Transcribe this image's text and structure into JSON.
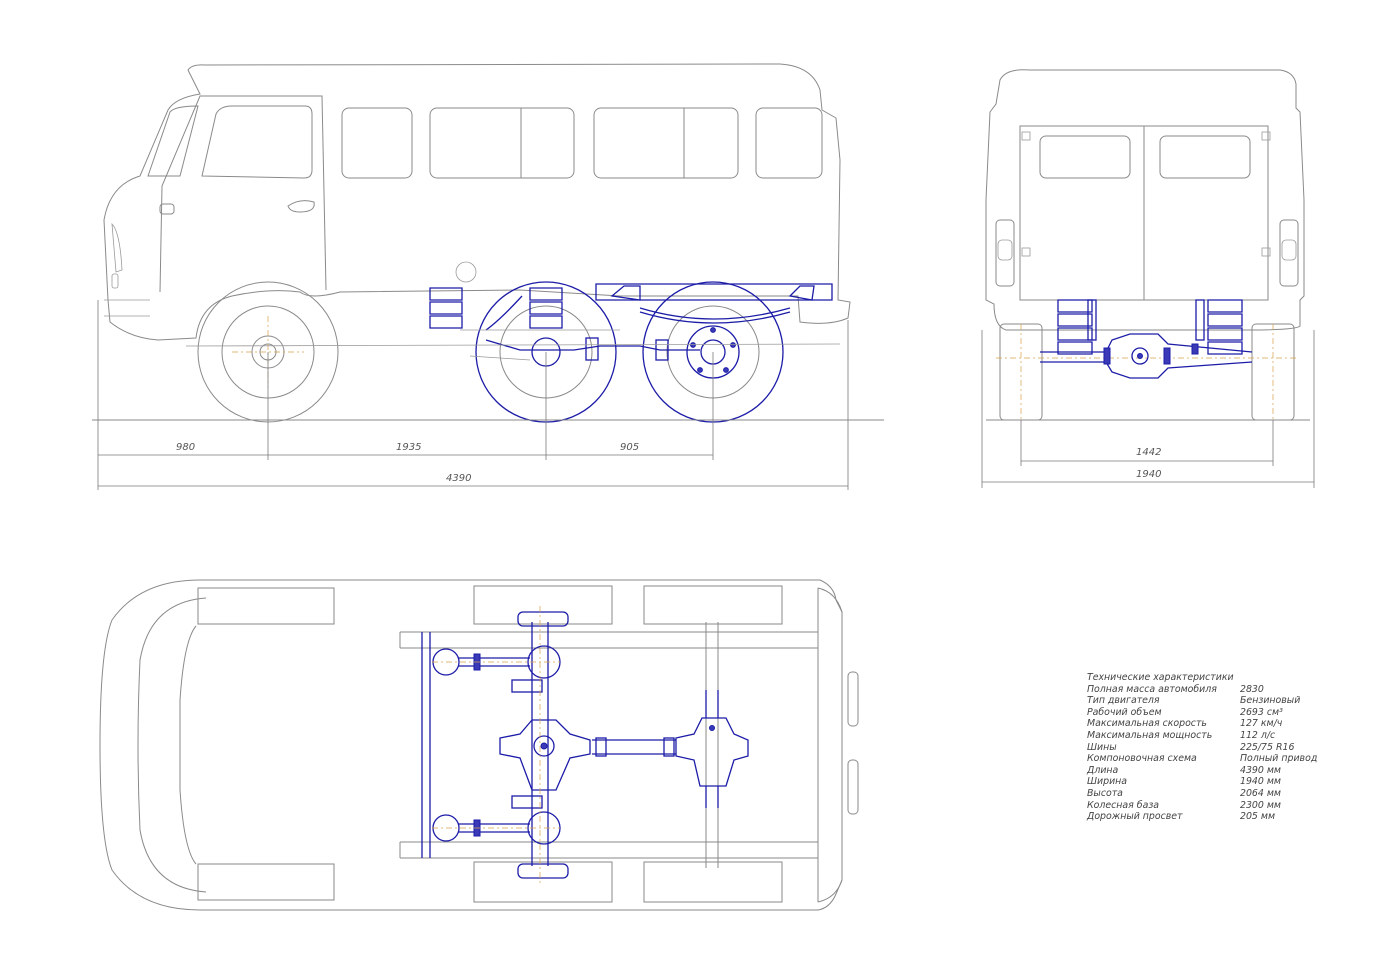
{
  "dimensions": {
    "front_to_axle": "980",
    "axle_to_mid": "1935",
    "mid_to_rear": "905",
    "overall_length": "4390",
    "track": "1442",
    "overall_width": "1940"
  },
  "specs": {
    "title": "Технические характеристики",
    "rows": [
      {
        "name": "Полная масса автомобиля",
        "value": "2830"
      },
      {
        "name": "Тип двигателя",
        "value": "Бензиновый"
      },
      {
        "name": "Рабочий объем",
        "value": "2693 см³"
      },
      {
        "name": "Максимальная скорость",
        "value": "127 км/ч"
      },
      {
        "name": "Максимальная мощность",
        "value": "112 л/с"
      },
      {
        "name": "Шины",
        "value": "225/75 R16"
      },
      {
        "name": "Компоновочная схема",
        "value": "Полный привод"
      },
      {
        "name": "Длина",
        "value": "4390 мм"
      },
      {
        "name": "Ширина",
        "value": "1940 мм"
      },
      {
        "name": "Высота",
        "value": "2064 мм"
      },
      {
        "name": "Колесная база",
        "value": "2300 мм"
      },
      {
        "name": "Дорожный просвет",
        "value": "205 мм"
      }
    ]
  }
}
